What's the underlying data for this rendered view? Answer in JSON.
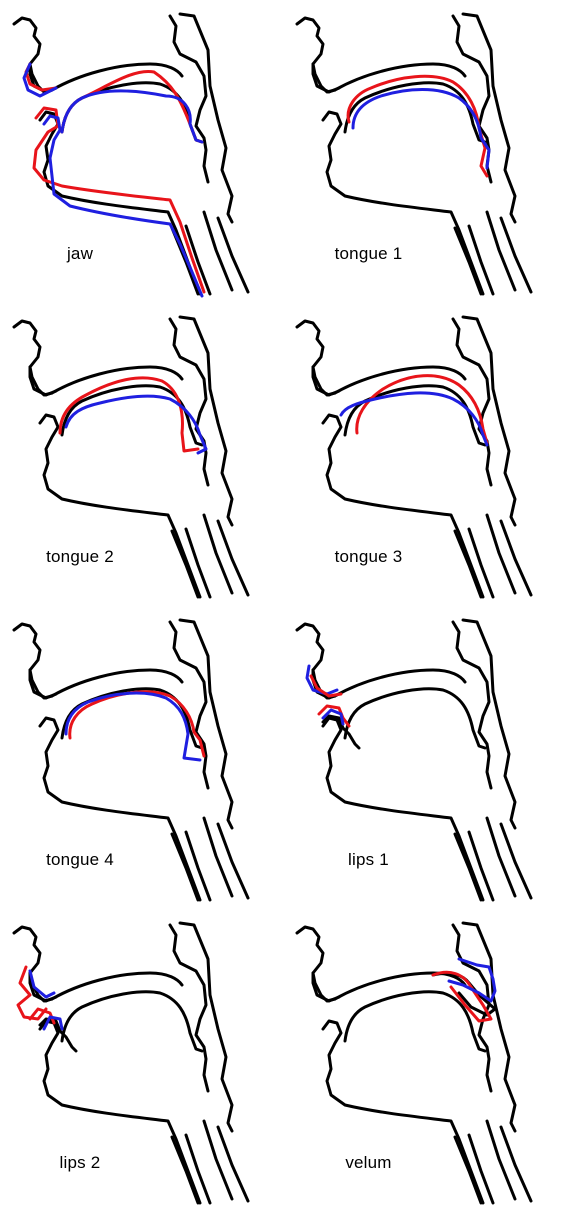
{
  "colors": {
    "baseline": "#000000",
    "shift_positive": "#e8141a",
    "shift_negative": "#1f1fe0"
  },
  "panels": [
    {
      "id": "jaw",
      "label": "jaw"
    },
    {
      "id": "tongue-1",
      "label": "tongue 1"
    },
    {
      "id": "tongue-2",
      "label": "tongue 2"
    },
    {
      "id": "tongue-3",
      "label": "tongue 3"
    },
    {
      "id": "tongue-4",
      "label": "tongue 4"
    },
    {
      "id": "lips-1",
      "label": "lips 1"
    },
    {
      "id": "lips-2",
      "label": "lips 2"
    },
    {
      "id": "velum",
      "label": "velum"
    }
  ]
}
